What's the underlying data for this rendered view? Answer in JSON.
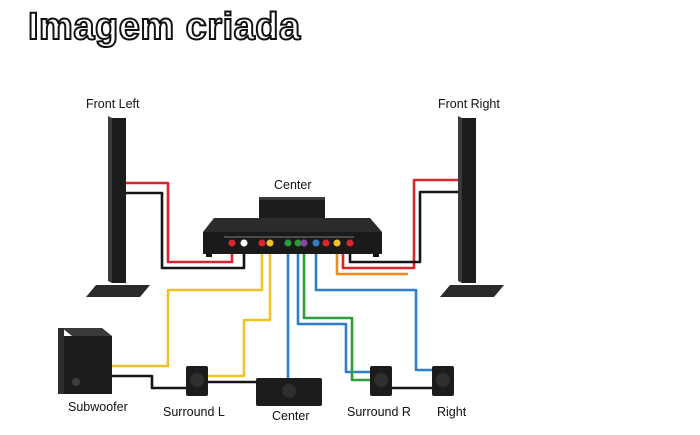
{
  "headline": "Imagem criada",
  "labels": {
    "front_left": "Front Left",
    "front_right": "Front Right",
    "center_top": "Center",
    "subwoofer": "Subwoofer",
    "surround_l": "Surround L",
    "center_bottom": "Center",
    "surround_r": "Surround R",
    "right": "Right"
  },
  "colors": {
    "red": "#d9262c",
    "yellow": "#f2c12e",
    "green": "#2f9a3a",
    "blue": "#2f7fc8",
    "orange": "#ef8a1f",
    "black": "#151515",
    "speaker": "#1c1c1c"
  }
}
